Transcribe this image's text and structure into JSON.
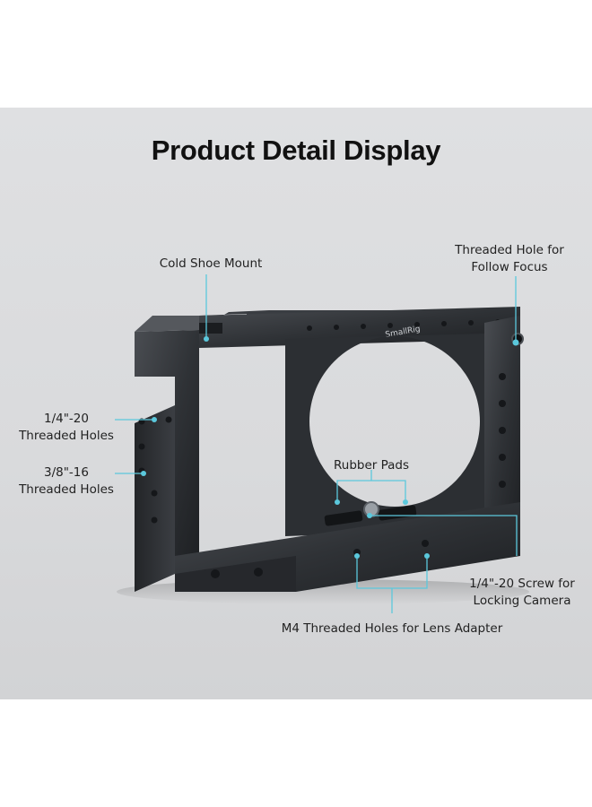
{
  "title": "Product Detail Display",
  "brand_mark": "SmallRig",
  "accent_color": "#5bc8dc",
  "callouts": {
    "cold_shoe": "Cold Shoe Mount",
    "follow_focus": [
      "Threaded Hole for",
      "Follow Focus"
    ],
    "quarter_holes": [
      "1/4\"-20",
      "Threaded Holes"
    ],
    "three_eighths_holes": [
      "3/8\"-16",
      "Threaded Holes"
    ],
    "rubber_pads": "Rubber Pads",
    "screw": [
      "1/4\"-20 Screw for",
      "Locking Camera"
    ],
    "m4_holes": "M4 Threaded Holes for Lens Adapter"
  }
}
